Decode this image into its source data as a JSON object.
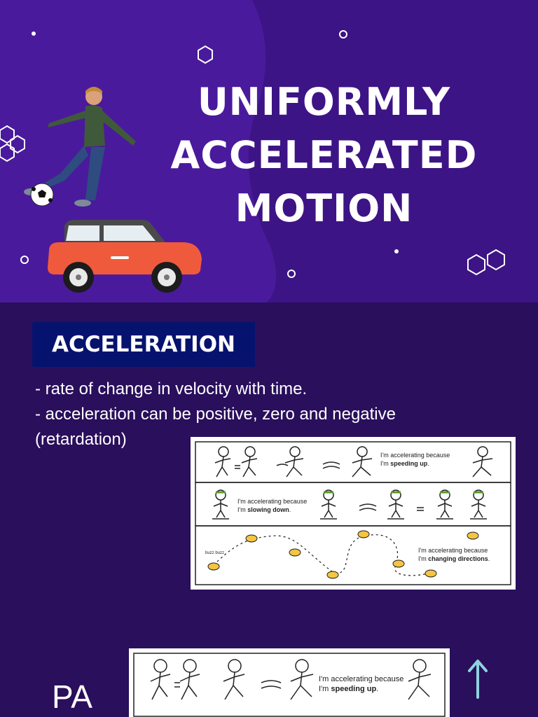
{
  "hero": {
    "title_lines": [
      "UNIFORMLY",
      "ACCELERATED",
      "MOTION"
    ]
  },
  "section": {
    "heading": "ACCELERATION",
    "lines": [
      "- rate of change in velocity with time.",
      "- acceleration can be positive, zero and negative",
      "(retardation)"
    ]
  },
  "diagram": {
    "row1_caption_a": "I'm accelerating because",
    "row1_caption_b_prefix": "I'm ",
    "row1_caption_b_bold": "speeding up",
    "row2_caption_a": "I'm accelerating because",
    "row2_caption_b_prefix": "I'm ",
    "row2_caption_b_bold": "slowing down",
    "row3_caption_a": "I'm accelerating because",
    "row3_caption_b_prefix": "I'm ",
    "row3_caption_b_bold": "changing directions",
    "buzz_text": "buzz buzz"
  },
  "footer": {
    "pa_label": "PA",
    "arrow_color": "#8fd3e0"
  },
  "colors": {
    "background": "#2a0f5c",
    "hero_background": "#3d1485",
    "heading_box": "#06136e",
    "car_body": "#f05a3c"
  }
}
